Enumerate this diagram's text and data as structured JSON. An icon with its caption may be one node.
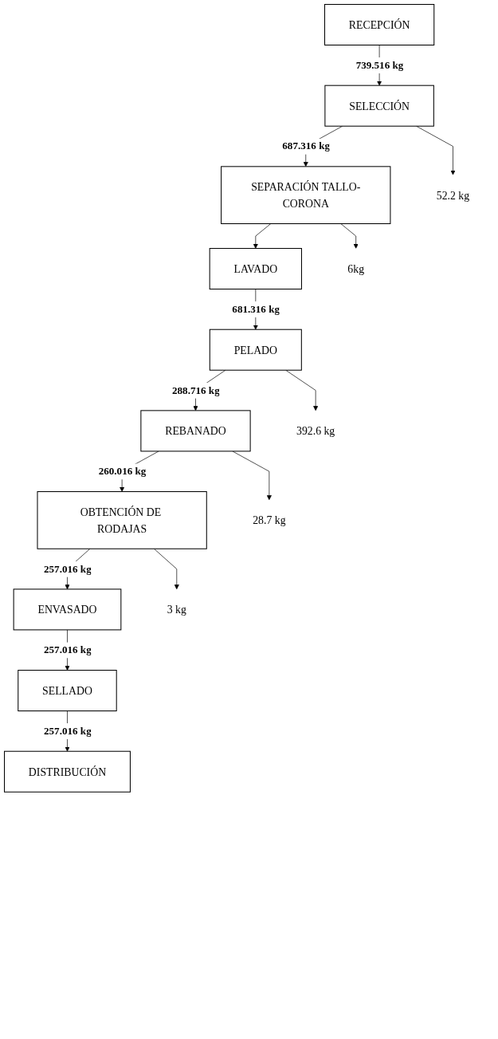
{
  "diagram": {
    "nodes": [
      {
        "text": [
          "RECEPCIÓN"
        ]
      },
      {
        "text": [
          "SELECCIÓN"
        ]
      },
      {
        "text": [
          "SEPARACIÓN TALLO-CORONA"
        ]
      },
      {
        "text": [
          "LAVADO"
        ]
      },
      {
        "text": [
          "PELADO"
        ]
      },
      {
        "text": [
          "REBANADO"
        ]
      },
      {
        "text": [
          "OBTENCIÓN DE RODAJAS"
        ]
      },
      {
        "text": [
          "ENVASADO"
        ]
      },
      {
        "text": [
          "SELLADO"
        ]
      },
      {
        "text": [
          "DISTRIBUCIÓN"
        ]
      },
      {
        "text": [
          "52.2 kg"
        ]
      },
      {
        "text": [
          "6kg"
        ]
      },
      {
        "text": [
          "392.6 kg"
        ]
      },
      {
        "text": [
          "28.7 kg"
        ]
      },
      {
        "text": [
          "3 kg"
        ]
      }
    ],
    "edges": [
      {
        "from": 0,
        "to": 1,
        "arrow": "to",
        "label": "739.516 kg"
      },
      {
        "from": 1,
        "to": 10,
        "arrow": "to"
      },
      {
        "from": 1,
        "to": 2,
        "arrow": "to",
        "label": "687.316 kg"
      },
      {
        "from": 2,
        "to": 11,
        "arrow": "to"
      },
      {
        "from": 2,
        "to": 3,
        "arrow": "to"
      },
      {
        "from": 3,
        "to": 4,
        "arrow": "to",
        "label": "681.316 kg"
      },
      {
        "from": 4,
        "to": 12,
        "arrow": "to"
      },
      {
        "from": 4,
        "to": 5,
        "arrow": "to",
        "label": "288.716 kg"
      },
      {
        "from": 5,
        "to": 13,
        "arrow": "to"
      },
      {
        "from": 5,
        "to": 6,
        "arrow": "to",
        "label": "260.016 kg"
      },
      {
        "from": 6,
        "to": 14,
        "arrow": "to"
      },
      {
        "from": 6,
        "to": 7,
        "arrow": "to",
        "label": "257.016 kg"
      },
      {
        "from": 7,
        "to": 8,
        "arrow": "to",
        "label": "257.016 kg"
      },
      {
        "from": 8,
        "to": 9,
        "arrow": "to",
        "label": "257.016 kg"
      }
    ]
  }
}
